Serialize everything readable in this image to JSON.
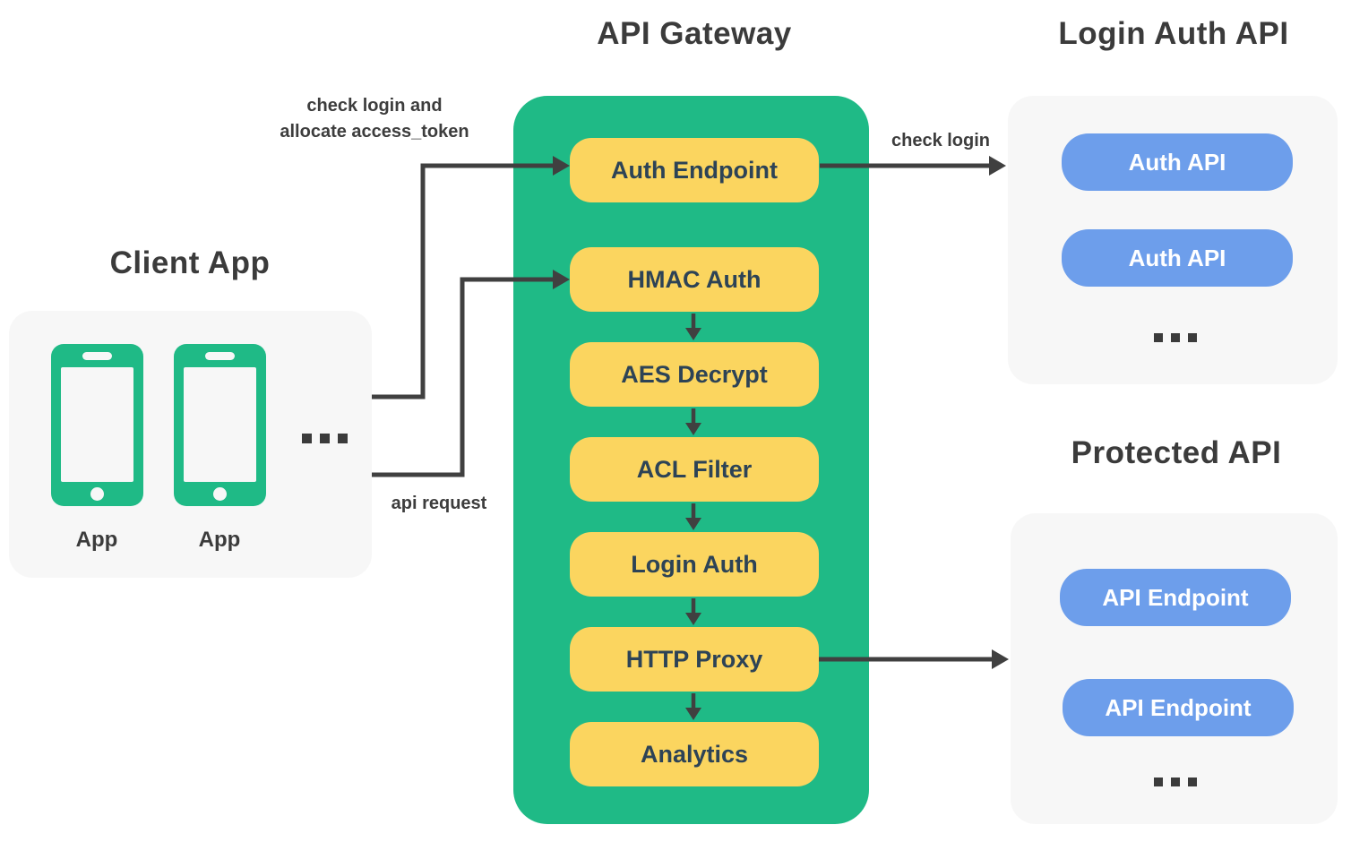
{
  "colors": {
    "gateway_green": "#1fba86",
    "node_yellow": "#fbd55f",
    "api_blue": "#6d9eeb",
    "card_gray": "#f7f7f7",
    "node_text_navy": "#2d4356",
    "title_text": "#3b3b3b",
    "arrow": "#404040"
  },
  "client": {
    "title": "Client App",
    "phones": [
      {
        "label": "App"
      },
      {
        "label": "App"
      }
    ],
    "ellipsis": "..."
  },
  "gateway": {
    "title": "API Gateway",
    "nodes": [
      "Auth Endpoint",
      "HMAC Auth",
      "AES Decrypt",
      "ACL Filter",
      "Login Auth",
      "HTTP Proxy",
      "Analytics"
    ]
  },
  "login_auth_api": {
    "title": "Login Auth API",
    "nodes": [
      "Auth API",
      "Auth API"
    ],
    "ellipsis": "..."
  },
  "protected_api": {
    "title": "Protected API",
    "nodes": [
      "API Endpoint",
      "API Endpoint"
    ],
    "ellipsis": "..."
  },
  "edges": {
    "check_login_allocate_line1": "check login and",
    "check_login_allocate_line2": "allocate access_token",
    "api_request": "api request",
    "check_login": "check login"
  }
}
